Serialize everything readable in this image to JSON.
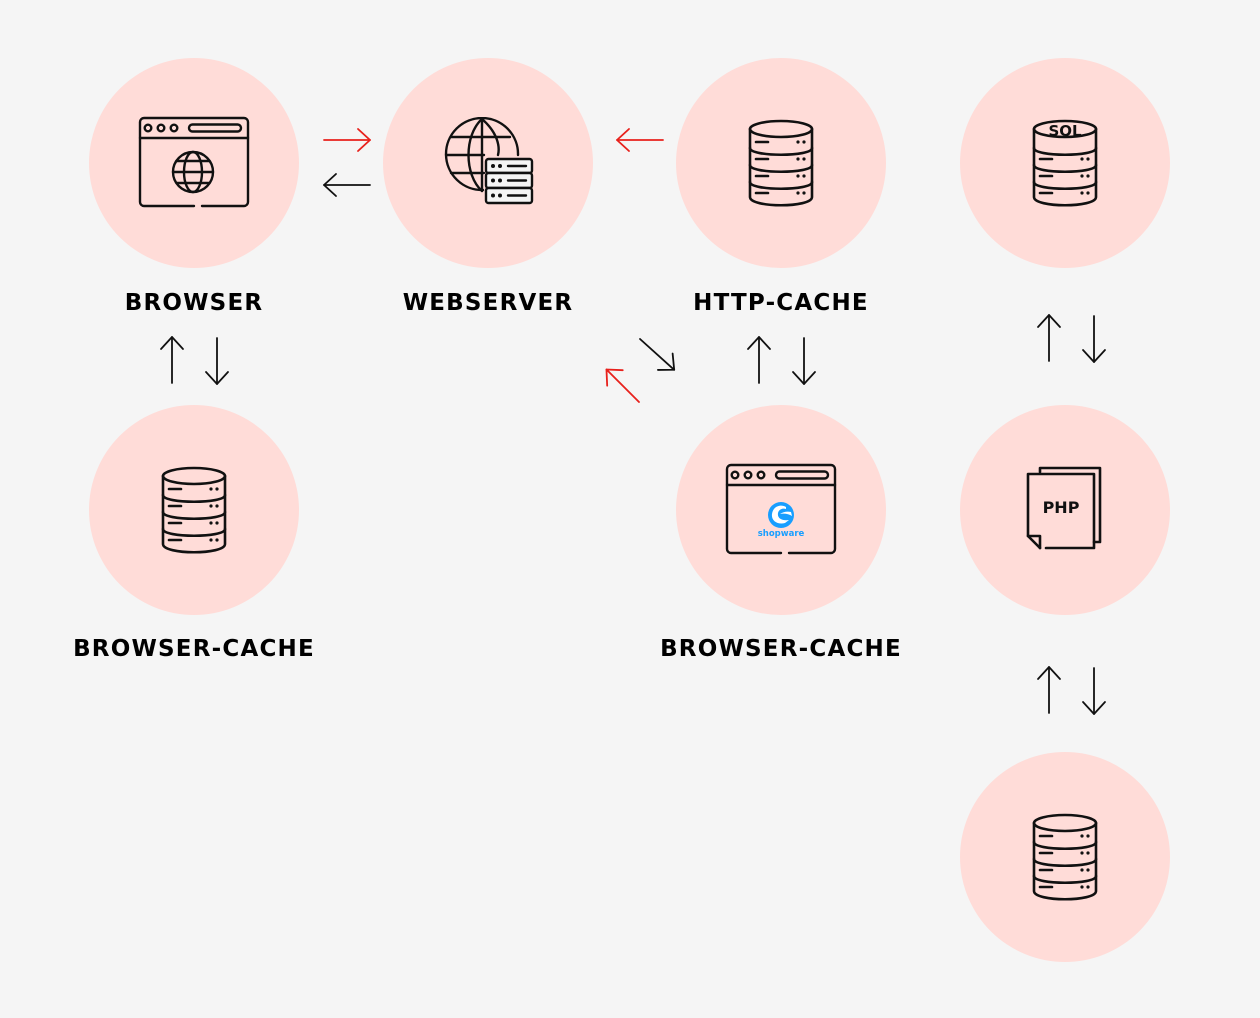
{
  "colors": {
    "background": "#f5f5f5",
    "node_fill": "#ffdcd8",
    "icon_stroke": "#111111",
    "arrow_dark": "#111111",
    "arrow_red": "#e8211c",
    "shopware_blue": "#189eff"
  },
  "nodes": {
    "browser": {
      "label": "BROWSER",
      "icon": "browser-globe-icon"
    },
    "webserver": {
      "label": "WEBSERVER",
      "icon": "globe-server-icon"
    },
    "http_cache": {
      "label": "HTTP-CACHE",
      "icon": "database-icon"
    },
    "sql": {
      "label": "",
      "icon": "sql-database-icon",
      "icon_text": "SQL"
    },
    "browser_cache_left": {
      "label": "BROWSER-CACHE",
      "icon": "database-icon"
    },
    "browser_cache_right": {
      "label": "BROWSER-CACHE",
      "icon": "shopware-browser-icon",
      "brand_text": "shopware"
    },
    "php": {
      "label": "",
      "icon": "php-file-icon",
      "icon_text": "PHP"
    },
    "database_bottom": {
      "label": "",
      "icon": "database-icon"
    }
  }
}
